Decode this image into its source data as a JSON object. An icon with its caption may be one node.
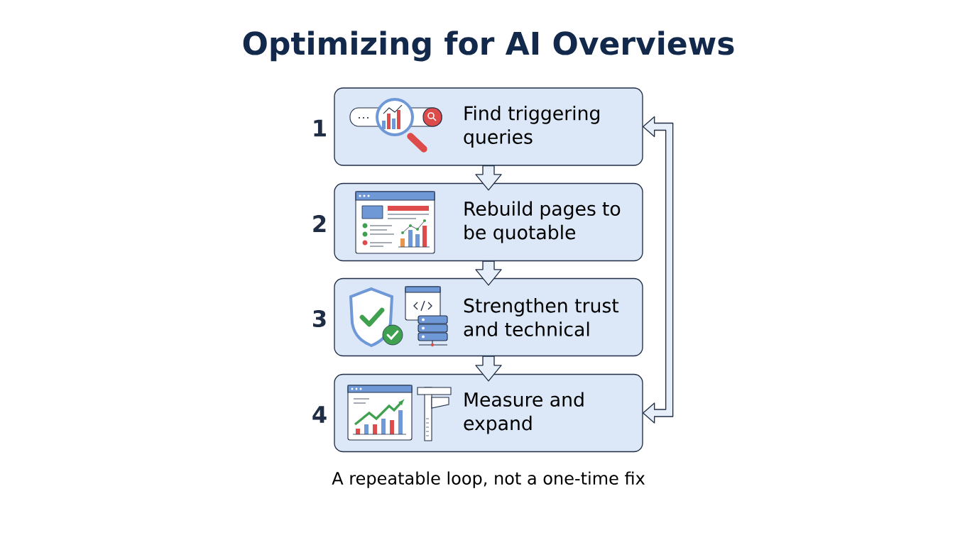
{
  "diagram": {
    "title": "Optimizing for AI Overviews",
    "caption": "A repeatable loop, not a one-time fix",
    "nodes": [
      {
        "text": [
          "Find triggering queries"
        ],
        "beside": [
          "1"
        ]
      },
      {
        "text": [
          "Rebuild pages to be quotable"
        ],
        "beside": [
          "2"
        ]
      },
      {
        "text": [
          "Strengthen trust and technical"
        ],
        "beside": [
          "3"
        ]
      },
      {
        "text": [
          "Measure and expand"
        ],
        "beside": [
          "4"
        ]
      }
    ],
    "edges": [
      {
        "from": 0,
        "to": 1,
        "arrow": "to"
      },
      {
        "from": 1,
        "to": 2,
        "arrow": "to"
      },
      {
        "from": 2,
        "to": 3,
        "arrow": "to"
      },
      {
        "from": 3,
        "to": 0,
        "arrow": "both"
      }
    ]
  }
}
